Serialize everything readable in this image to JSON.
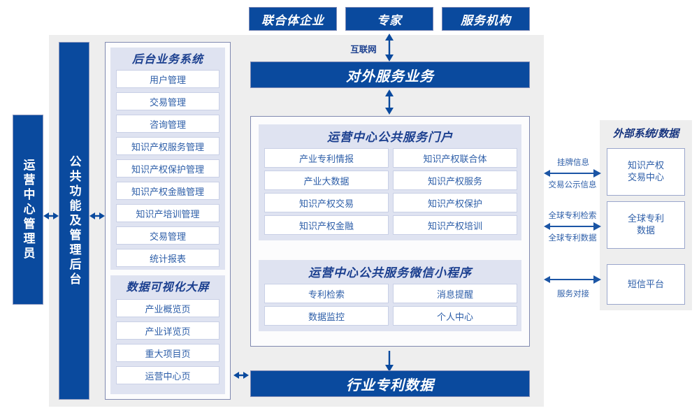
{
  "top_actors": [
    {
      "label": "联合体企业"
    },
    {
      "label": "专家"
    },
    {
      "label": "服务机构"
    }
  ],
  "internet_label": "互联网",
  "external_service_bar": "对外服务业务",
  "left_bars": [
    {
      "label": "运营中心管理员"
    },
    {
      "label": "公共功能及管理后台"
    }
  ],
  "backend_system": {
    "title": "后台业务系统",
    "items": [
      "用户管理",
      "交易管理",
      "咨询管理",
      "知识产权服务管理",
      "知识产权保护管理",
      "知识产权金融管理",
      "知识产培训管理",
      "交易管理",
      "统计报表"
    ]
  },
  "visualization": {
    "title": "数据可视化大屏",
    "items": [
      "产业概览页",
      "产业详览页",
      "重大项目页",
      "运营中心页"
    ]
  },
  "portal": {
    "title": "运营中心公共服务门户",
    "items": [
      "产业专利情报",
      "知识产权联合体",
      "产业大数据",
      "知识产权服务",
      "知识产权交易",
      "知识产权保护",
      "知识产权金融",
      "知识产权培训"
    ]
  },
  "miniprogram": {
    "title": "运营中心公共服务微信小程序",
    "items": [
      "专利检索",
      "消息提醒",
      "数据监控",
      "个人中心"
    ]
  },
  "bottom_bar": "行业专利数据",
  "external": {
    "title": "外部系统/数据",
    "systems": [
      {
        "line1": "知识产权",
        "line2": "交易中心"
      },
      {
        "line1": "全球专利",
        "line2": "数据"
      },
      {
        "line1": "短信平台",
        "line2": ""
      }
    ],
    "connectors": [
      {
        "above": "挂牌信息",
        "below": "交易公示信息"
      },
      {
        "above": "全球专利检索",
        "below": "全球专利数据"
      },
      {
        "above": "",
        "below": "服务对接"
      }
    ]
  },
  "colors": {
    "primary_blue": "#0a4a9e",
    "panel_gray": "#eeeeee",
    "lavender": "#dfe3f1",
    "cell_text": "#2d5ea8"
  }
}
